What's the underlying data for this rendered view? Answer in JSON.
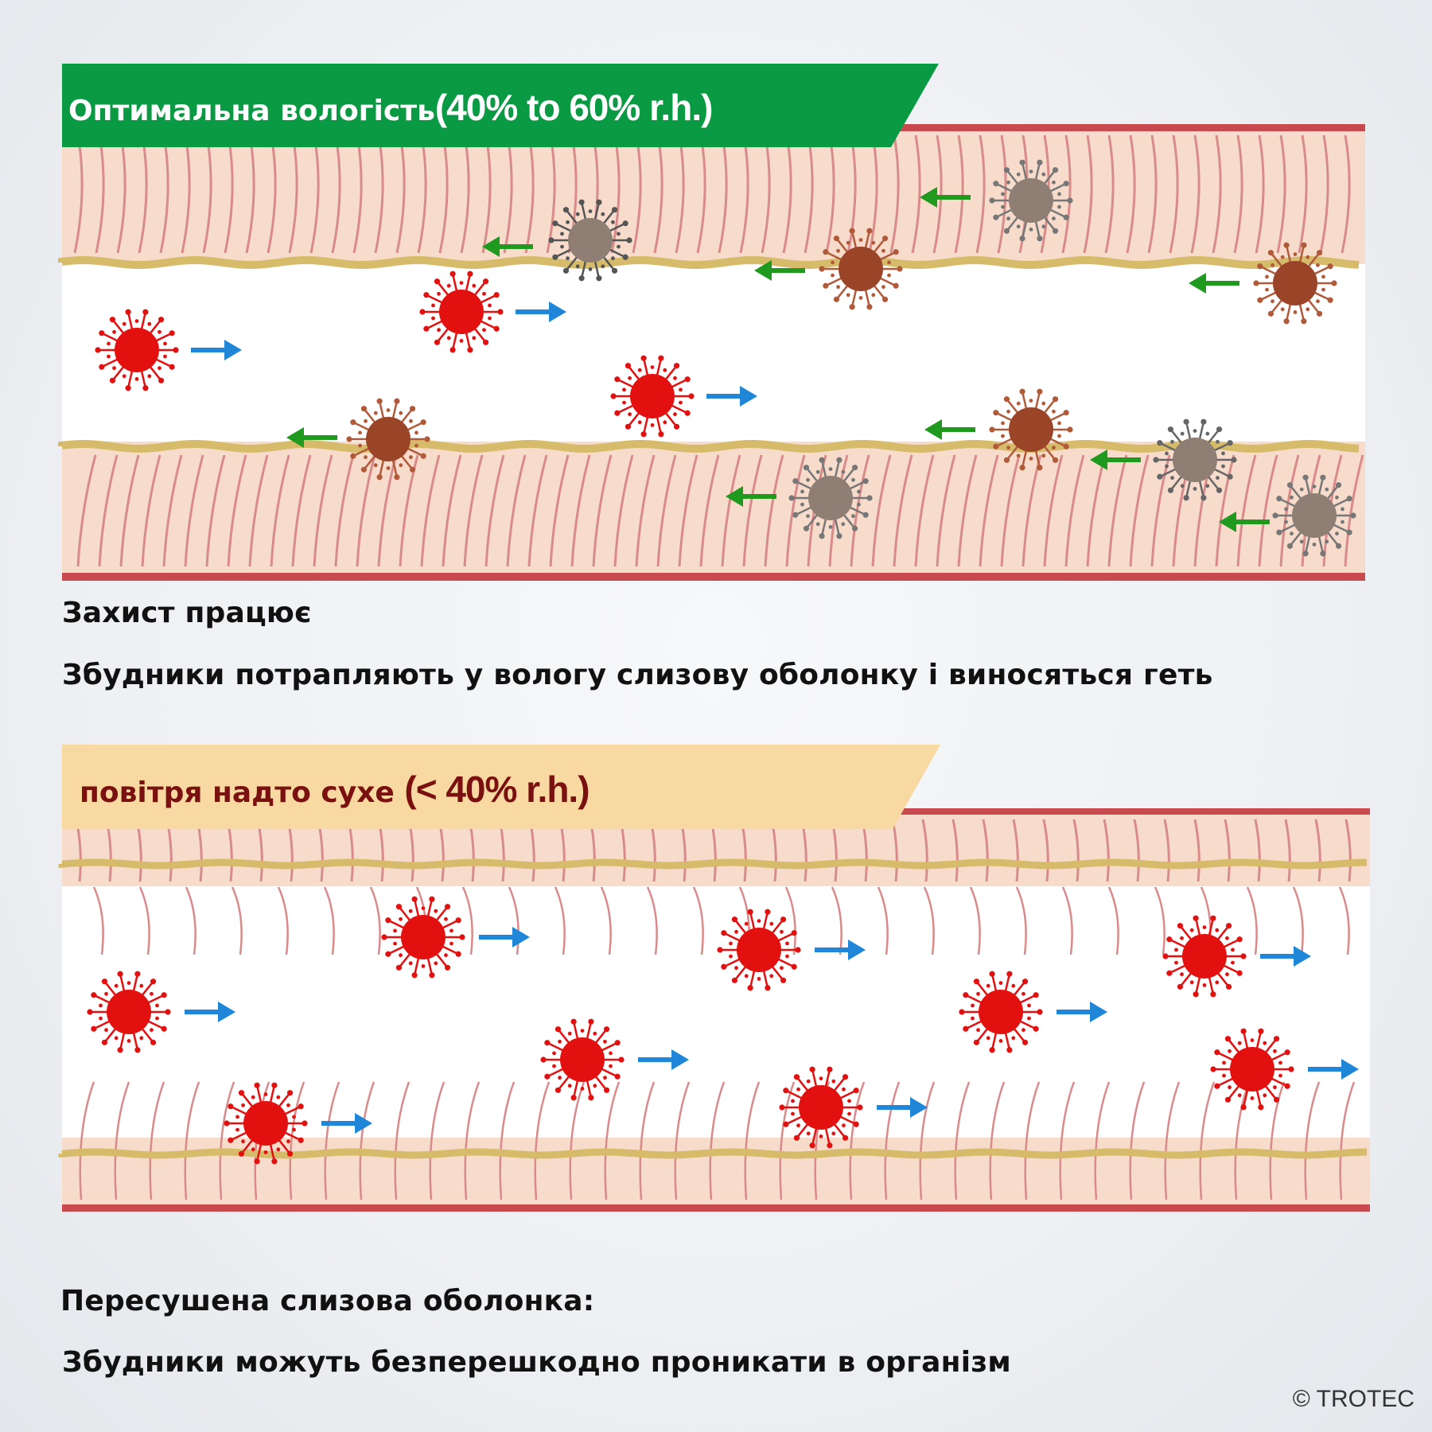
{
  "panels": [
    {
      "banner_label": "Оптимальна вологість",
      "banner_range": "(40% to 60% r.h.)",
      "banner_color": "#0b9a44",
      "banner_text_color": "#ffffff",
      "caption_title": "Захист працює",
      "caption_text": "Збудники потрапляють у вологу слизову оболонку і виносяться геть"
    },
    {
      "banner_label": "повітря надто сухе",
      "banner_range": "(< 40% r.h.)",
      "banner_color": "#f8d9a2",
      "banner_text_color": "#7a1010",
      "caption_title": "Пересушена слизова оболонка:",
      "caption_text": "Збудники можуть безперешкодно проникати в організм"
    }
  ],
  "copyright": "© TROTEC",
  "colors": {
    "tissue": "#f7dccc",
    "tissue_border": "#c94a4e",
    "cilia": "#d98a8a",
    "mucus": "#d6bb6a",
    "pathogen_active": "#e31010",
    "pathogen_trapped_brown": "#9a4428",
    "pathogen_trapped_grey": "#8e7e74",
    "arrow_in": "#1f86d8",
    "arrow_out": "#1f9a1f"
  },
  "icons": [
    "virus-icon",
    "arrow-right-icon",
    "arrow-left-icon"
  ]
}
